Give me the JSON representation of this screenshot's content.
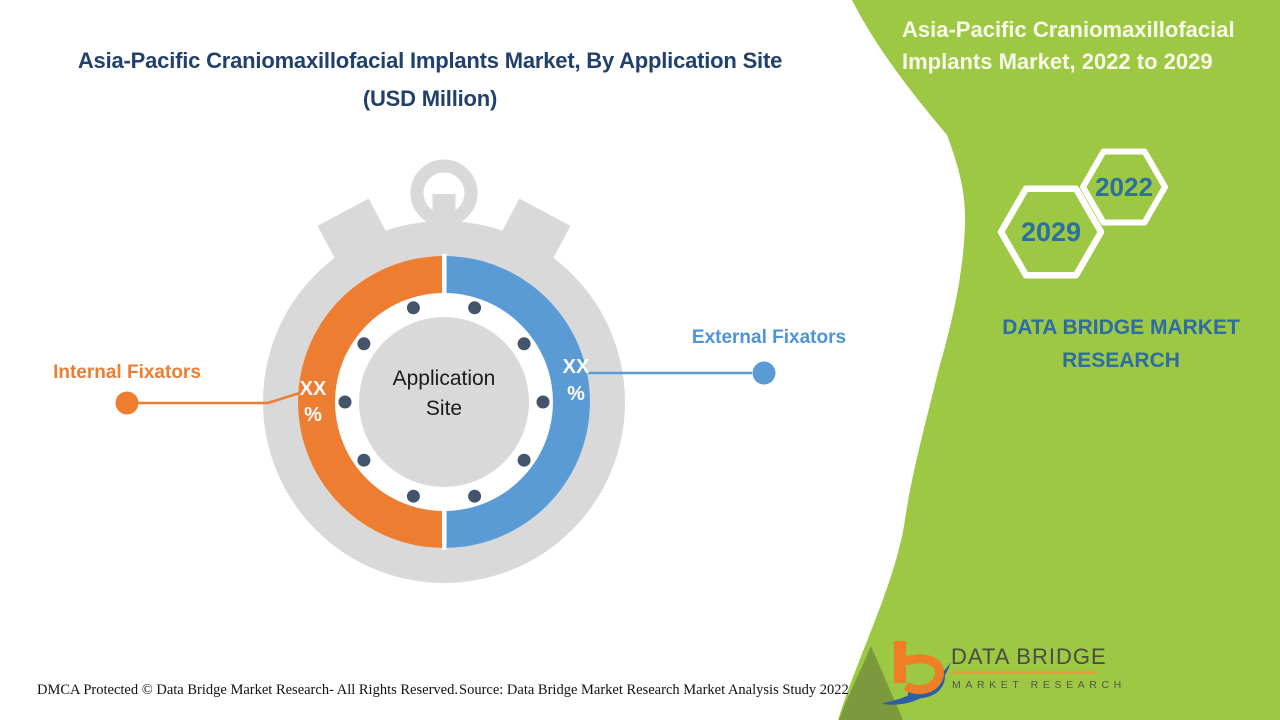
{
  "colors": {
    "panel_green": "#9CC843",
    "panel_green_dark": "#7A9A3C",
    "title_navy": "#21406B",
    "orange": "#ED7D31",
    "blue": "#5B9BD5",
    "label_blue": "#4E94D6",
    "gray": "#D9D9D9",
    "dot_slate": "#44546A",
    "year_blue": "#2D6F9E",
    "brand_blue": "#2E6DA4",
    "panel_title_cream": "#FAFAEC",
    "logo_orange": "#F07E26",
    "logo_blue": "#2D5FA6",
    "white": "#FFFFFF"
  },
  "header": {
    "title_line1": "Asia-Pacific Craniomaxillofacial Implants Market, By Application Site",
    "title_line2": "(USD Million)"
  },
  "side_panel": {
    "title_line1": "Asia-Pacific Craniomaxillofacial",
    "title_line2": "Implants Market, 2022 to 2029",
    "hexagon_back_year": "2029",
    "hexagon_front_year": "2022",
    "brand_line1": "DATA BRIDGE MARKET",
    "brand_line2": "RESEARCH"
  },
  "chart_data": {
    "type": "pie",
    "subtype": "donut-stopwatch-infographic",
    "title": "Asia-Pacific Craniomaxillofacial Implants Market, By Application Site (USD Million)",
    "center_label_line1": "Application",
    "center_label_line2": "Site",
    "legend_position": "callouts-left-right",
    "segments": [
      {
        "label": "Internal Fixators",
        "value_display": "XX %",
        "value_top": "XX",
        "value_bottom": "%",
        "color": "#ED7D31",
        "side": "left",
        "sweep_deg": 180
      },
      {
        "label": "External Fixators",
        "value_display": "XX %",
        "value_top": "XX",
        "value_bottom": "%",
        "color": "#5B9BD5",
        "side": "right",
        "sweep_deg": 180
      }
    ]
  },
  "footer": {
    "dmca": "DMCA Protected © Data Bridge Market Research- All Rights Reserved.",
    "source": "Source: Data Bridge Market Research Market Analysis Study 2022"
  },
  "logo": {
    "name": "DATA BRIDGE",
    "tagline": "MARKET RESEARCH"
  }
}
